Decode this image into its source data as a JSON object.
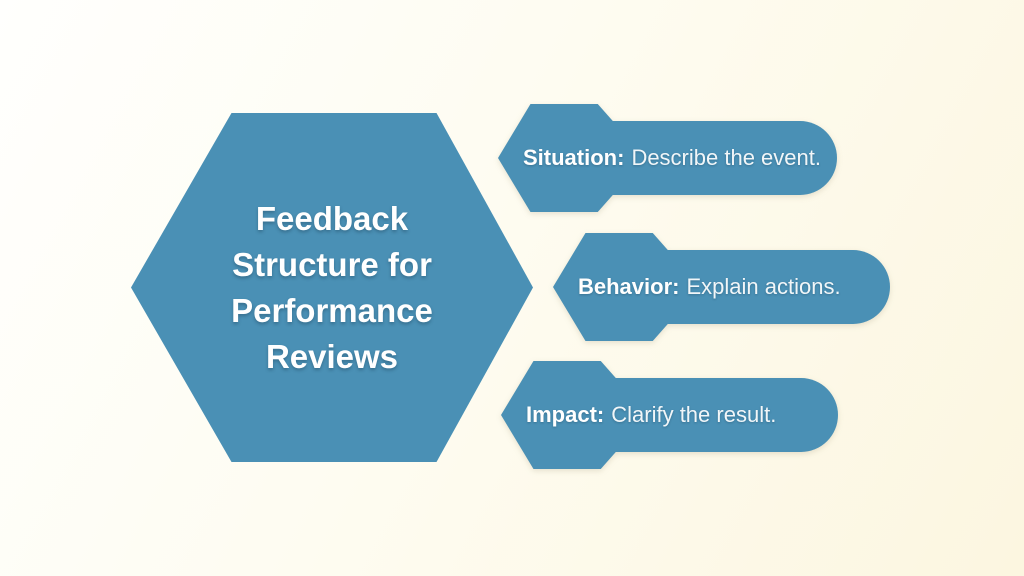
{
  "colors": {
    "background_top_left": "#fffffd",
    "background_mid": "#fefcf1",
    "background_bottom_right": "#fcf6e0",
    "shape_blue": "#4a90b5",
    "text_white": "#ffffff"
  },
  "hexagon": {
    "title": "Feedback\nStructure for\nPerformance\nReviews"
  },
  "items": [
    {
      "keyword": "Situation:",
      "description": "Describe the event."
    },
    {
      "keyword": "Behavior:",
      "description": "Explain actions."
    },
    {
      "keyword": "Impact:",
      "description": "Clarify the result."
    }
  ]
}
